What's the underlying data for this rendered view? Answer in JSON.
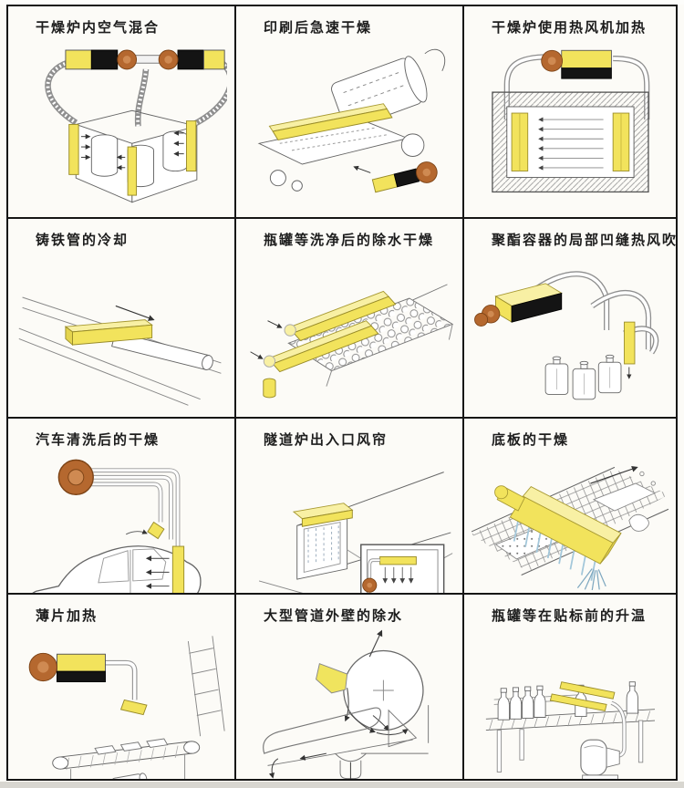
{
  "page": {
    "background": "#fcfbf7",
    "border_color": "#161616"
  },
  "colors": {
    "air_knife_yellow": "#f2e35c",
    "air_knife_yellow_light": "#f8f0a4",
    "air_knife_black": "#141414",
    "blower_brown": "#b5682f",
    "blower_brown_light": "#cf8a52",
    "outline_gray": "#666666",
    "air_blue": "#a3c7da"
  },
  "panels": [
    {
      "title": "干燥炉内空气混合",
      "illustration": "drying-oven-air-mixing"
    },
    {
      "title": "印刷后急速干燥",
      "illustration": "rapid-drying-after-printing"
    },
    {
      "title": "干燥炉使用热风机加热",
      "illustration": "oven-heated-by-hot-air-blower"
    },
    {
      "title": "铸铁管的冷却",
      "illustration": "cast-iron-pipe-cooling"
    },
    {
      "title": "瓶罐等洗净后的除水干燥",
      "illustration": "bottle-can-dewatering-after-washing"
    },
    {
      "title": "聚酯容器的局部凹缝热风吹干",
      "illustration": "polyester-container-groove-drying"
    },
    {
      "title": "汽车清洗后的干燥",
      "illustration": "car-drying-after-washing"
    },
    {
      "title": "隧道炉出入口风帘",
      "illustration": "tunnel-oven-air-curtain"
    },
    {
      "title": "底板的干燥",
      "illustration": "base-plate-drying"
    },
    {
      "title": "薄片加热",
      "illustration": "thin-sheet-heating"
    },
    {
      "title": "大型管道外壁的除水",
      "illustration": "large-pipe-outer-wall-dewatering"
    },
    {
      "title": "瓶罐等在贴标前的升温",
      "illustration": "bottle-warming-before-labeling"
    }
  ]
}
